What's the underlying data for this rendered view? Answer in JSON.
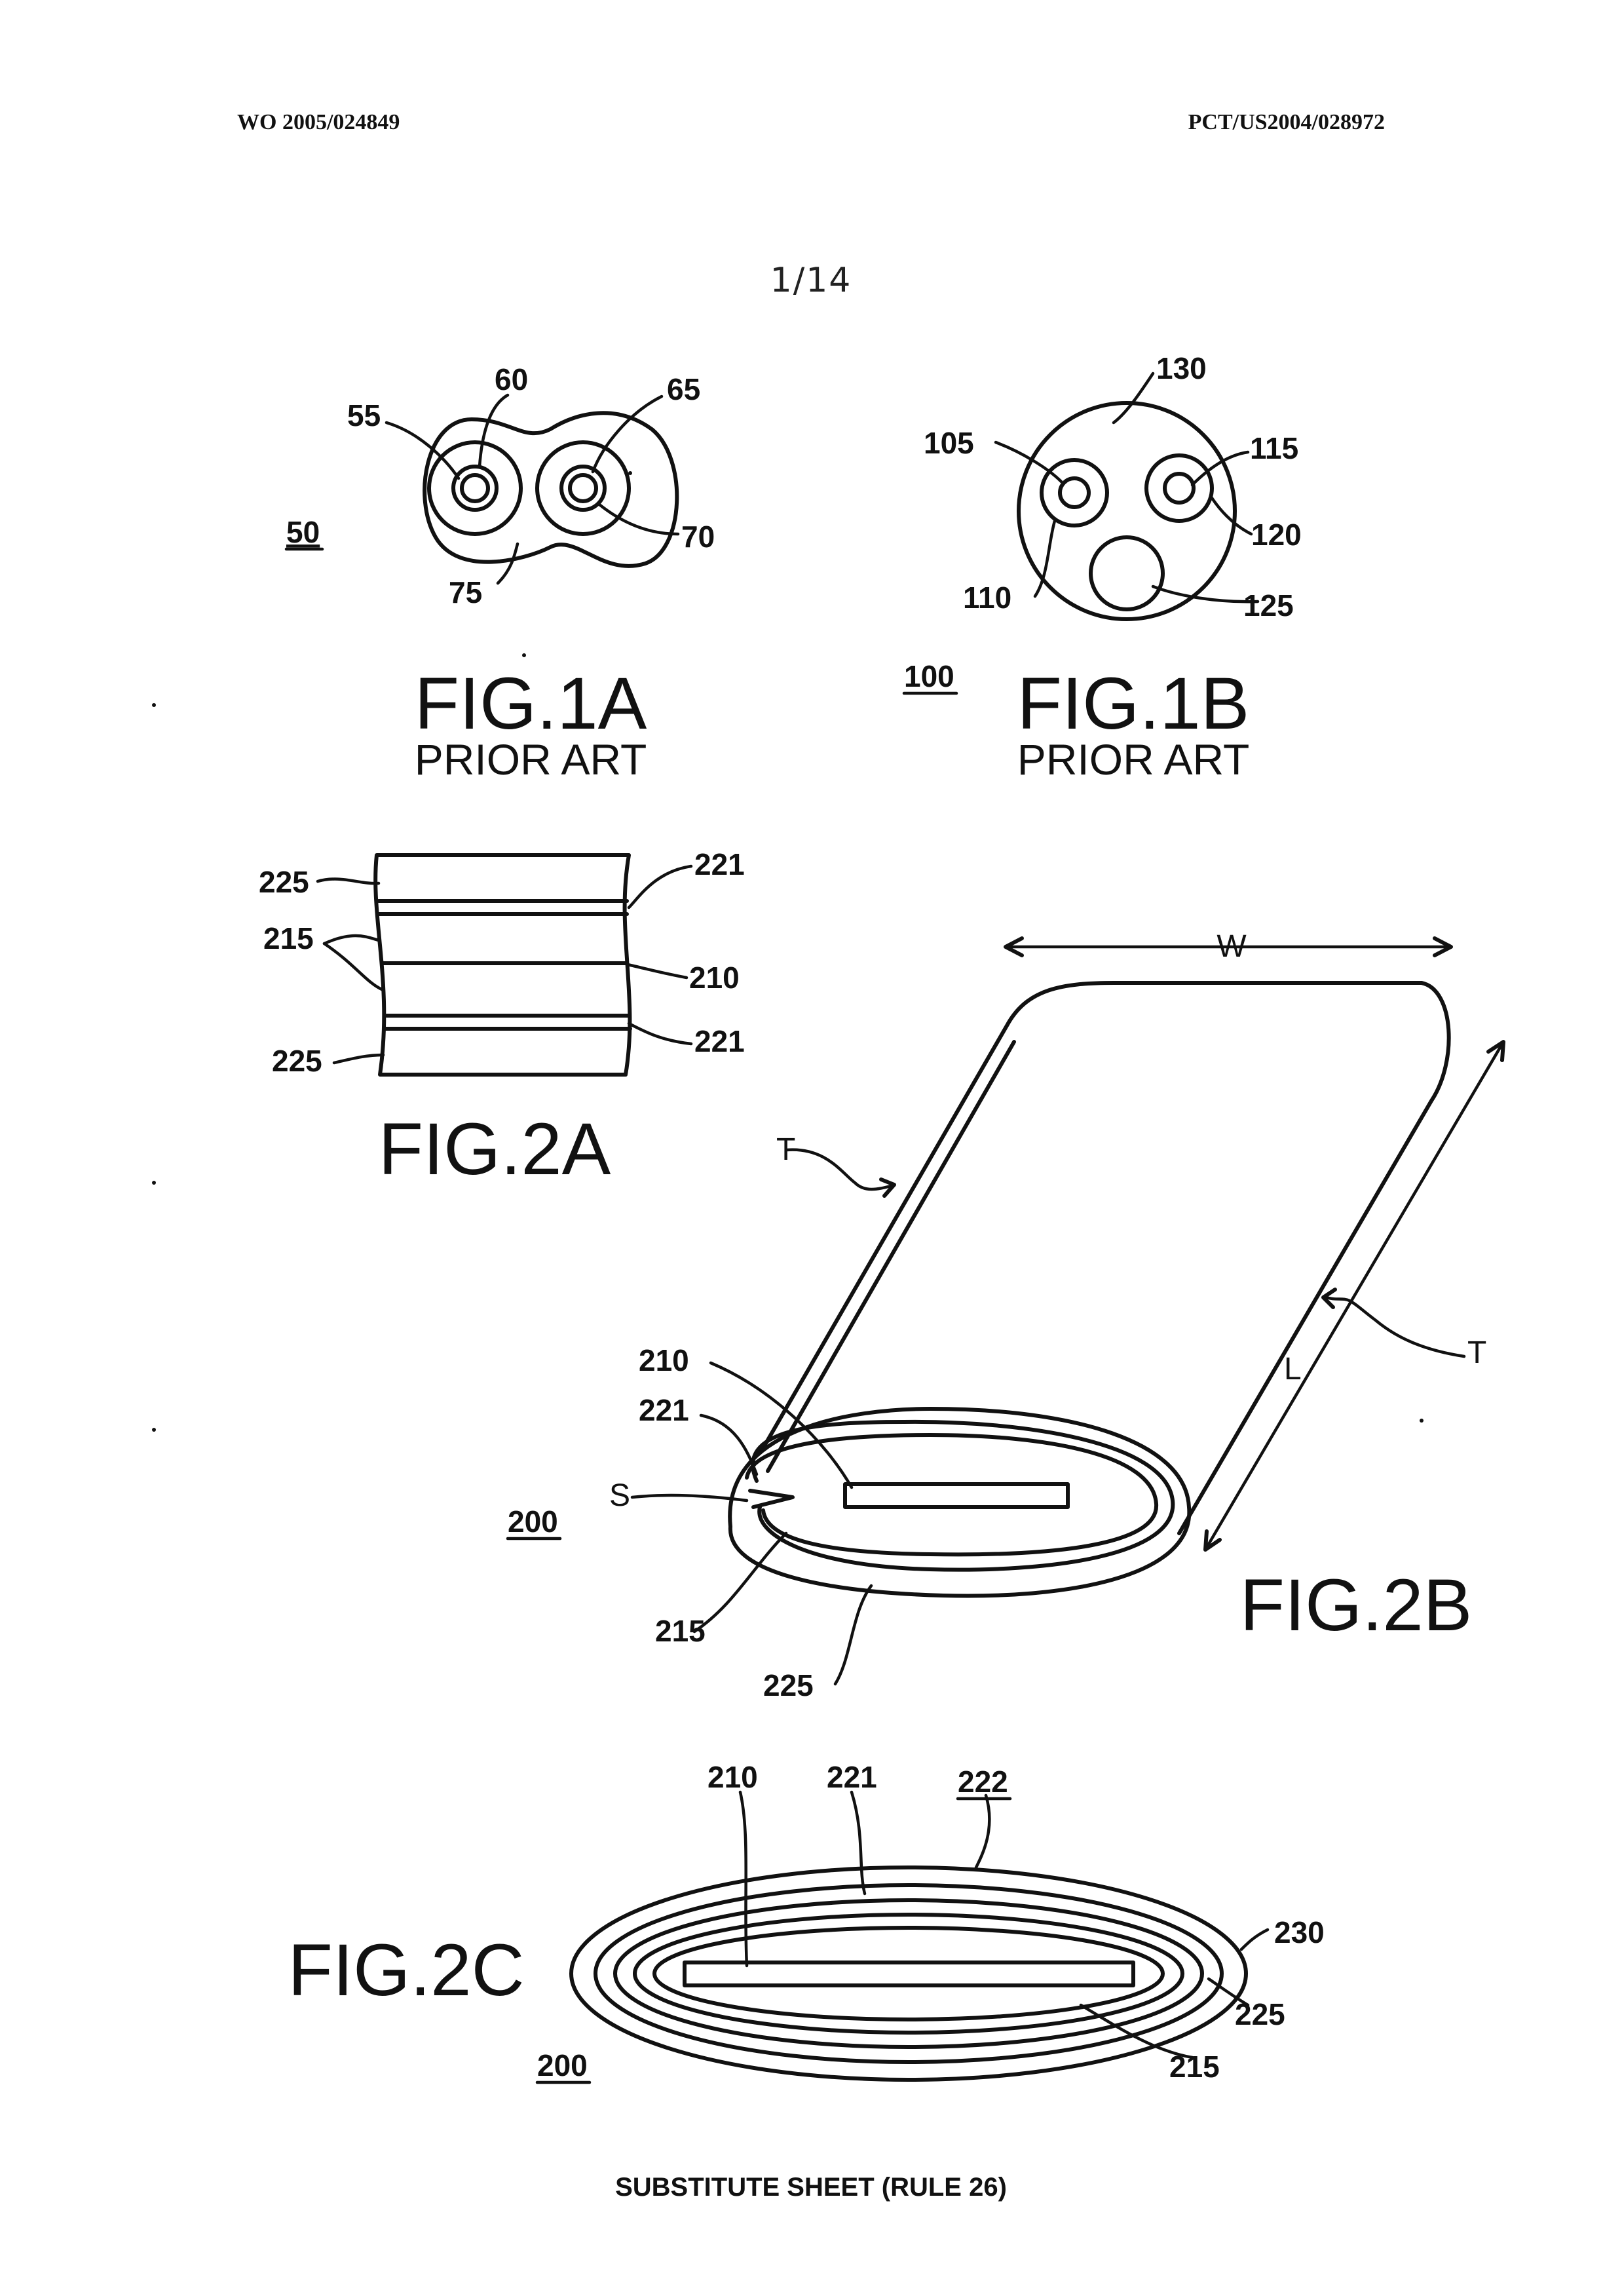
{
  "header": {
    "left": "WO 2005/024849",
    "right": "PCT/US2004/028972"
  },
  "sheet_number": "1/14",
  "footer": "SUBSTITUTE SHEET (RULE 26)",
  "fig1a": {
    "label": "FIG.1A",
    "sublabel": "PRIOR ART",
    "refs": [
      "50",
      "55",
      "60",
      "65",
      "70",
      "75"
    ]
  },
  "fig1b": {
    "label": "FIG.1B",
    "sublabel": "PRIOR ART",
    "refs": [
      "100",
      "105",
      "110",
      "115",
      "120",
      "125",
      "130"
    ]
  },
  "fig2a": {
    "label": "FIG.2A",
    "refs": [
      "225",
      "221",
      "215",
      "210",
      "221",
      "225"
    ]
  },
  "fig2b": {
    "label": "FIG.2B",
    "refs": [
      "210",
      "221",
      "S",
      "200",
      "215",
      "225",
      "T",
      "T",
      "W",
      "L"
    ]
  },
  "fig2c": {
    "label": "FIG.2C",
    "refs": [
      "210",
      "221",
      "222",
      "230",
      "225",
      "215",
      "200"
    ]
  }
}
